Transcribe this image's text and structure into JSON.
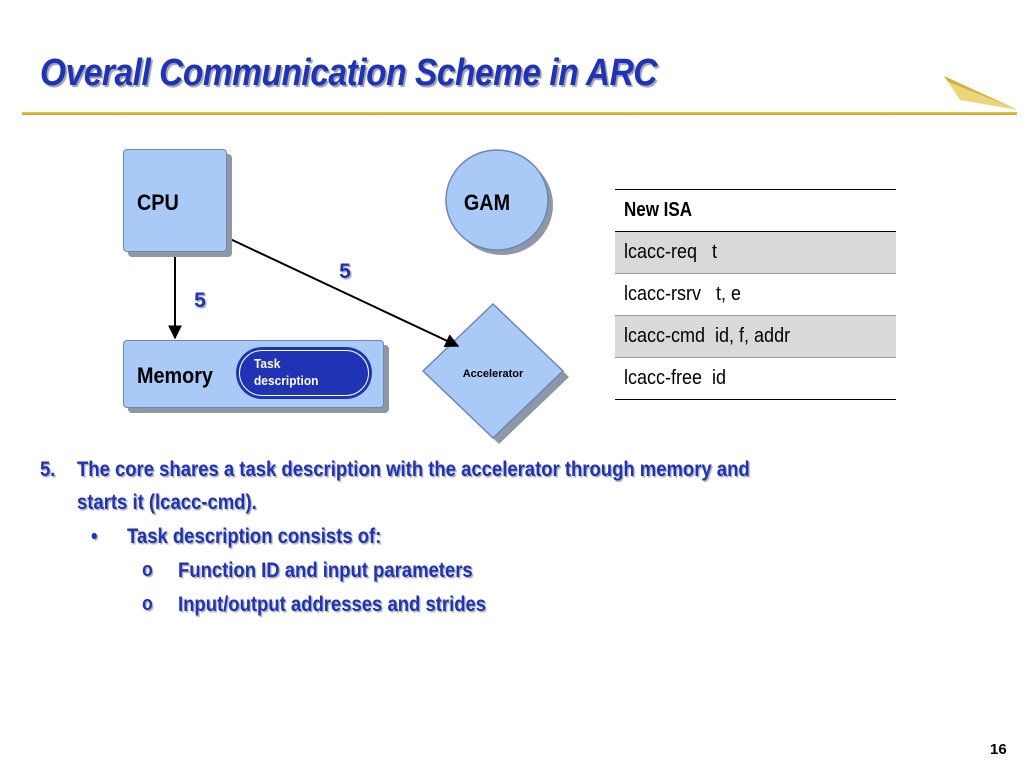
{
  "slide": {
    "title": "Overall Communication Scheme in ARC",
    "page_number": "16"
  },
  "diagram": {
    "cpu_label": "CPU",
    "gam_label": "GAM",
    "memory_label": "Memory",
    "task_description_label": "Task description",
    "accelerator_label": "Accelerator",
    "edge_cpu_memory_label": "5",
    "edge_cpu_accelerator_label": "5",
    "colors": {
      "box_fill": "#a9c9f7",
      "accent_blue": "#1f33b4",
      "shadow": "#8d97a6",
      "rule_gold": "#d4b13a"
    }
  },
  "isa_table": {
    "header": "New ISA",
    "rows": [
      {
        "instr": "lcacc-req",
        "args": "t"
      },
      {
        "instr": "lcacc-rsrv",
        "args": "t, e"
      },
      {
        "instr": "lcacc-cmd",
        "args": "id, f, addr"
      },
      {
        "instr": "lcacc-free",
        "args": "id"
      }
    ]
  },
  "notes": {
    "item_number": "5.",
    "item_line1": "The core shares a task description with the accelerator through memory and",
    "item_line2": "starts it (lcacc-cmd).",
    "bullet_marker": "•",
    "bullet": "Task description consists of:",
    "sub_marker": "o",
    "subitems": [
      "Function ID and input parameters",
      "Input/output addresses and strides"
    ]
  }
}
